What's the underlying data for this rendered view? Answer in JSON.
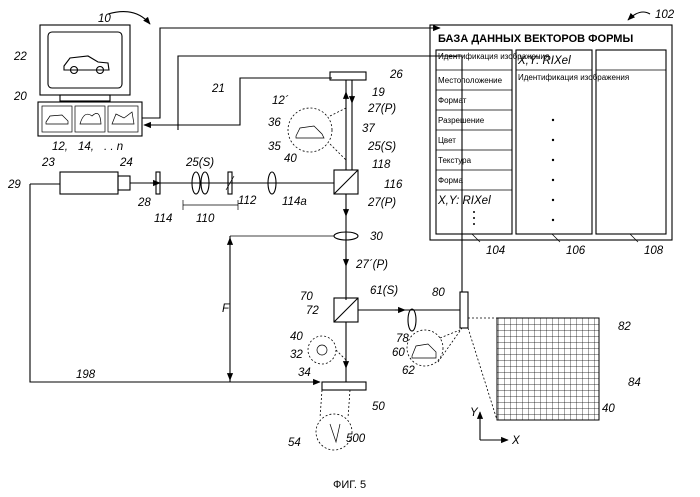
{
  "figure": {
    "caption": "ФИГ. 5",
    "ref_labels": {
      "r10": "10",
      "r22": "22",
      "r20": "20",
      "r21": "21",
      "r12": "12,",
      "r14": "14,",
      "rn": ". .  n",
      "r23": "23",
      "r24": "24",
      "r29": "29",
      "r28": "28",
      "r25s_top": "25(S)",
      "r114": "114",
      "r110": "110",
      "r112": "112",
      "r114a": "114a",
      "r26": "26",
      "r19": "19",
      "r27p_top": "27(P)",
      "r12p": "12´",
      "r36": "36",
      "r37": "37",
      "r35": "35",
      "r40_mid": "40",
      "r25s_right": "25(S)",
      "r118": "118",
      "r116": "116",
      "r27p_mid": "27(P)",
      "r30": "30",
      "r27p_low": "27´(P)",
      "rF": "F",
      "r70": "70",
      "r72": "72",
      "r61s": "61(S)",
      "r80": "80",
      "r78": "78",
      "r60": "60",
      "r62": "62",
      "r40_left": "40",
      "r32": "32",
      "r34": "34",
      "r198": "198",
      "r50": "50",
      "r54": "54",
      "r500": "500",
      "r82": "82",
      "r84": "84",
      "r40_grid": "40",
      "r102": "102",
      "r104": "104",
      "r106": "106",
      "r108": "108",
      "axis_y": "Y",
      "axis_x": "X"
    },
    "database": {
      "title": "БАЗА ДАННЫХ ВЕКТОРОВ ФОРМЫ",
      "col1_cells": [
        "Идентификация изображения",
        "Местоположение",
        "Формат",
        "Разрешение",
        "Цвет",
        "Текстура",
        "Форма",
        "X,Y: RIXel"
      ],
      "col2_header": "X,Y: RIXel",
      "col2_sub": "Идентификация изображения"
    }
  }
}
